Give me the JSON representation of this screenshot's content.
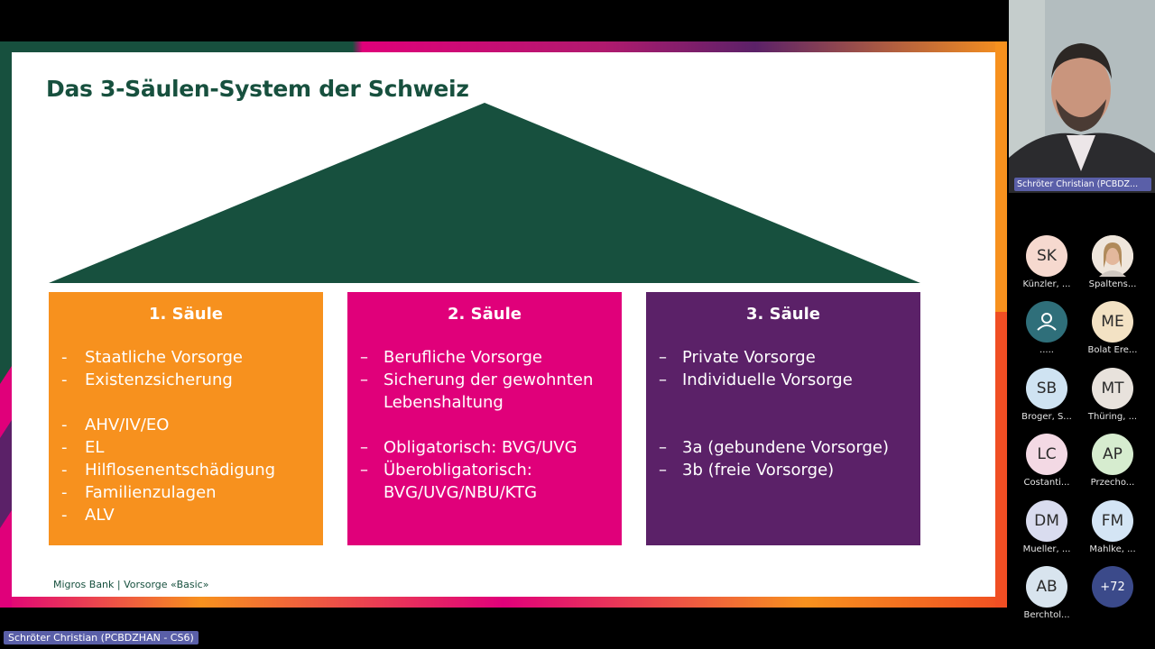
{
  "slide": {
    "title": "Das 3-Säulen-System der Schweiz",
    "footer": "Migros Bank | Vorsorge «Basic»",
    "colors": {
      "green": "#17503e",
      "orange": "#f7911e",
      "magenta": "#e0007a",
      "purple": "#5b2168"
    },
    "pillars": [
      {
        "title": "1. Säule",
        "dash": "-",
        "items": [
          "Staatliche Vorsorge",
          "Existenzsicherung",
          "AHV/IV/EO",
          "EL",
          "Hilflosenentschädigung",
          "Familienzulagen",
          "ALV"
        ]
      },
      {
        "title": "2. Säule",
        "dash": "–",
        "items": [
          "Berufliche Vorsorge",
          "Sicherung der gewohnten Lebenshaltung",
          "Obligatorisch: BVG/UVG",
          "Überobligatorisch: BVG/UVG/NBU/KTG"
        ]
      },
      {
        "title": "3. Säule",
        "dash": "–",
        "items": [
          "Private Vorsorge",
          "Individuelle Vorsorge",
          "3a (gebundene Vorsorge)",
          "3b (freie Vorsorge)"
        ]
      }
    ]
  },
  "speaker": {
    "name": "Schröter Christian (PCBDZ...",
    "full_name": "Schröter Christian (PCBDZHAN - CS6)"
  },
  "attendees": [
    {
      "initials": "SK",
      "name": "Künzler, ...",
      "color": "#f6d9cf",
      "type": "initials"
    },
    {
      "initials": "",
      "name": "Spaltens...",
      "color": "#e8d9cc",
      "type": "photo"
    },
    {
      "initials": "",
      "name": ".....",
      "color": "#2f6f7a",
      "type": "person-icon"
    },
    {
      "initials": "ME",
      "name": "Bolat Ere...",
      "color": "#f3e2c4",
      "type": "initials"
    },
    {
      "initials": "SB",
      "name": "Broger, S...",
      "color": "#cfe3f2",
      "type": "initials"
    },
    {
      "initials": "MT",
      "name": "Thüring, ...",
      "color": "#e8e2dc",
      "type": "initials"
    },
    {
      "initials": "LC",
      "name": "Costanti...",
      "color": "#f3d9e4",
      "type": "initials"
    },
    {
      "initials": "AP",
      "name": "Przecho...",
      "color": "#d6eccf",
      "type": "initials"
    },
    {
      "initials": "DM",
      "name": "Mueller, ...",
      "color": "#d9dcef",
      "type": "initials"
    },
    {
      "initials": "FM",
      "name": "Mahlke, ...",
      "color": "#d4e5f5",
      "type": "initials"
    },
    {
      "initials": "AB",
      "name": "Berchtol...",
      "color": "#d8e4ee",
      "type": "initials"
    },
    {
      "initials": "+72",
      "name": "",
      "color": "#3b4a8a",
      "type": "more"
    }
  ]
}
